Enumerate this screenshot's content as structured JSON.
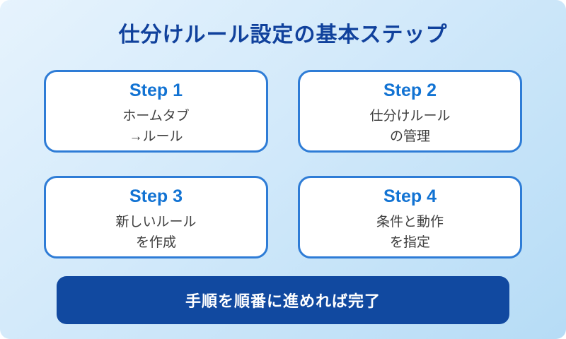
{
  "title": "仕分けルール設定の基本ステップ",
  "steps": [
    {
      "label": "Step 1",
      "line1": "ホームタブ",
      "line2": "→ルール"
    },
    {
      "label": "Step 2",
      "line1": "仕分けルール",
      "line2": "の管理"
    },
    {
      "label": "Step 3",
      "line1": "新しいルール",
      "line2": "を作成"
    },
    {
      "label": "Step 4",
      "line1": "条件と動作",
      "line2": "を指定"
    }
  ],
  "footer": {
    "label": "手順を順番に進めれば完了"
  },
  "colors": {
    "title_text": "#10419c",
    "step_heading": "#1273d3",
    "card_border": "#2e7cd6",
    "card_background": "#ffffff",
    "body_text": "#3f3f3f",
    "banner_background": "#1149a0",
    "banner_text": "#ffffff",
    "background_gradient_start": "#e6f3fd",
    "background_gradient_end": "#b6dcf6"
  }
}
